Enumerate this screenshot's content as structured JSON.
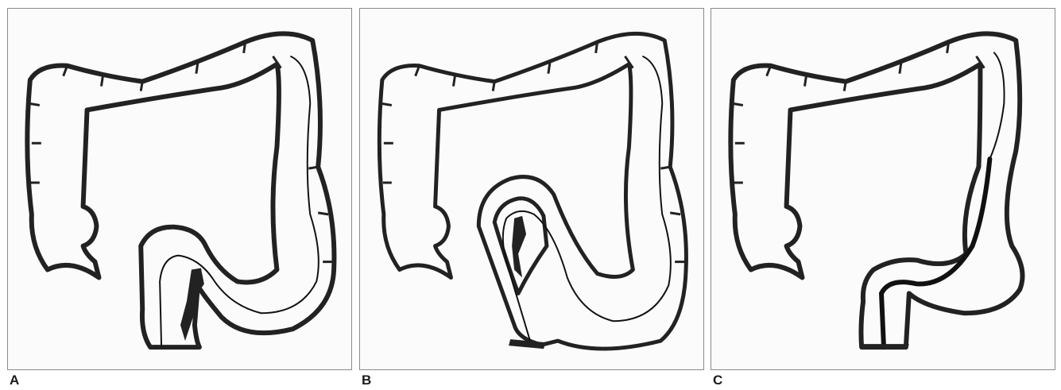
{
  "panels": [
    {
      "id": "a",
      "label": "A"
    },
    {
      "id": "b",
      "label": "B"
    },
    {
      "id": "c",
      "label": "C"
    }
  ],
  "colors": {
    "outline": "#222222",
    "scope": "#111111",
    "background": "#fbfbfb"
  }
}
